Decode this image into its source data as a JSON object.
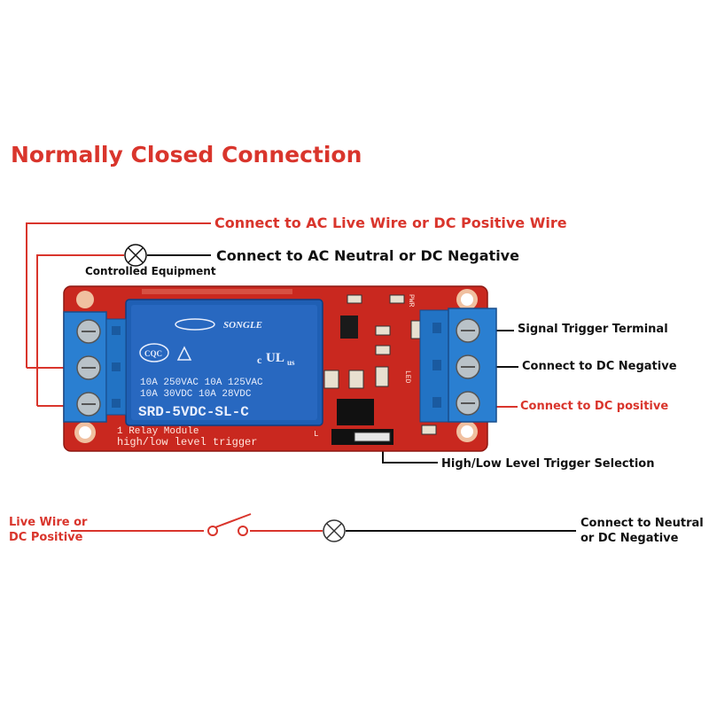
{
  "title": "Normally Closed Connection",
  "labels": {
    "live_wire": "Connect to AC Live Wire or DC Positive Wire",
    "neutral": "Connect to AC Neutral or DC Negative",
    "controlled_equipment": "Controlled Equipment",
    "signal_trigger": "Signal Trigger Terminal",
    "dc_negative": "Connect to DC Negative",
    "dc_positive": "Connect to DC positive",
    "trigger_selection": "High/Low Level Trigger Selection",
    "bottom_left": "Live Wire or\nDC Positive",
    "bottom_right": "Connect to Neutral\nor DC Negative"
  },
  "board": {
    "brand": "SONGLE",
    "ratings_line1": "10A 250VAC  10A 125VAC",
    "ratings_line2": "10A  30VDC  10A  28VDC",
    "model": "SRD-5VDC-SL-C",
    "module_text1": "1 Relay  Module",
    "module_text2": "high/low level trigger",
    "cqc": "CQC",
    "ul_left": "c",
    "ul_mark": "UL",
    "ul_right": "us",
    "pwr": "PWR",
    "led": "LED",
    "jumper_label": "L"
  },
  "colors": {
    "accent_red": "#d9352c",
    "board_red": "#c9281f",
    "relay_blue": "#1f5fb4",
    "terminal_blue": "#2a7fd1",
    "label_black": "#111111"
  }
}
